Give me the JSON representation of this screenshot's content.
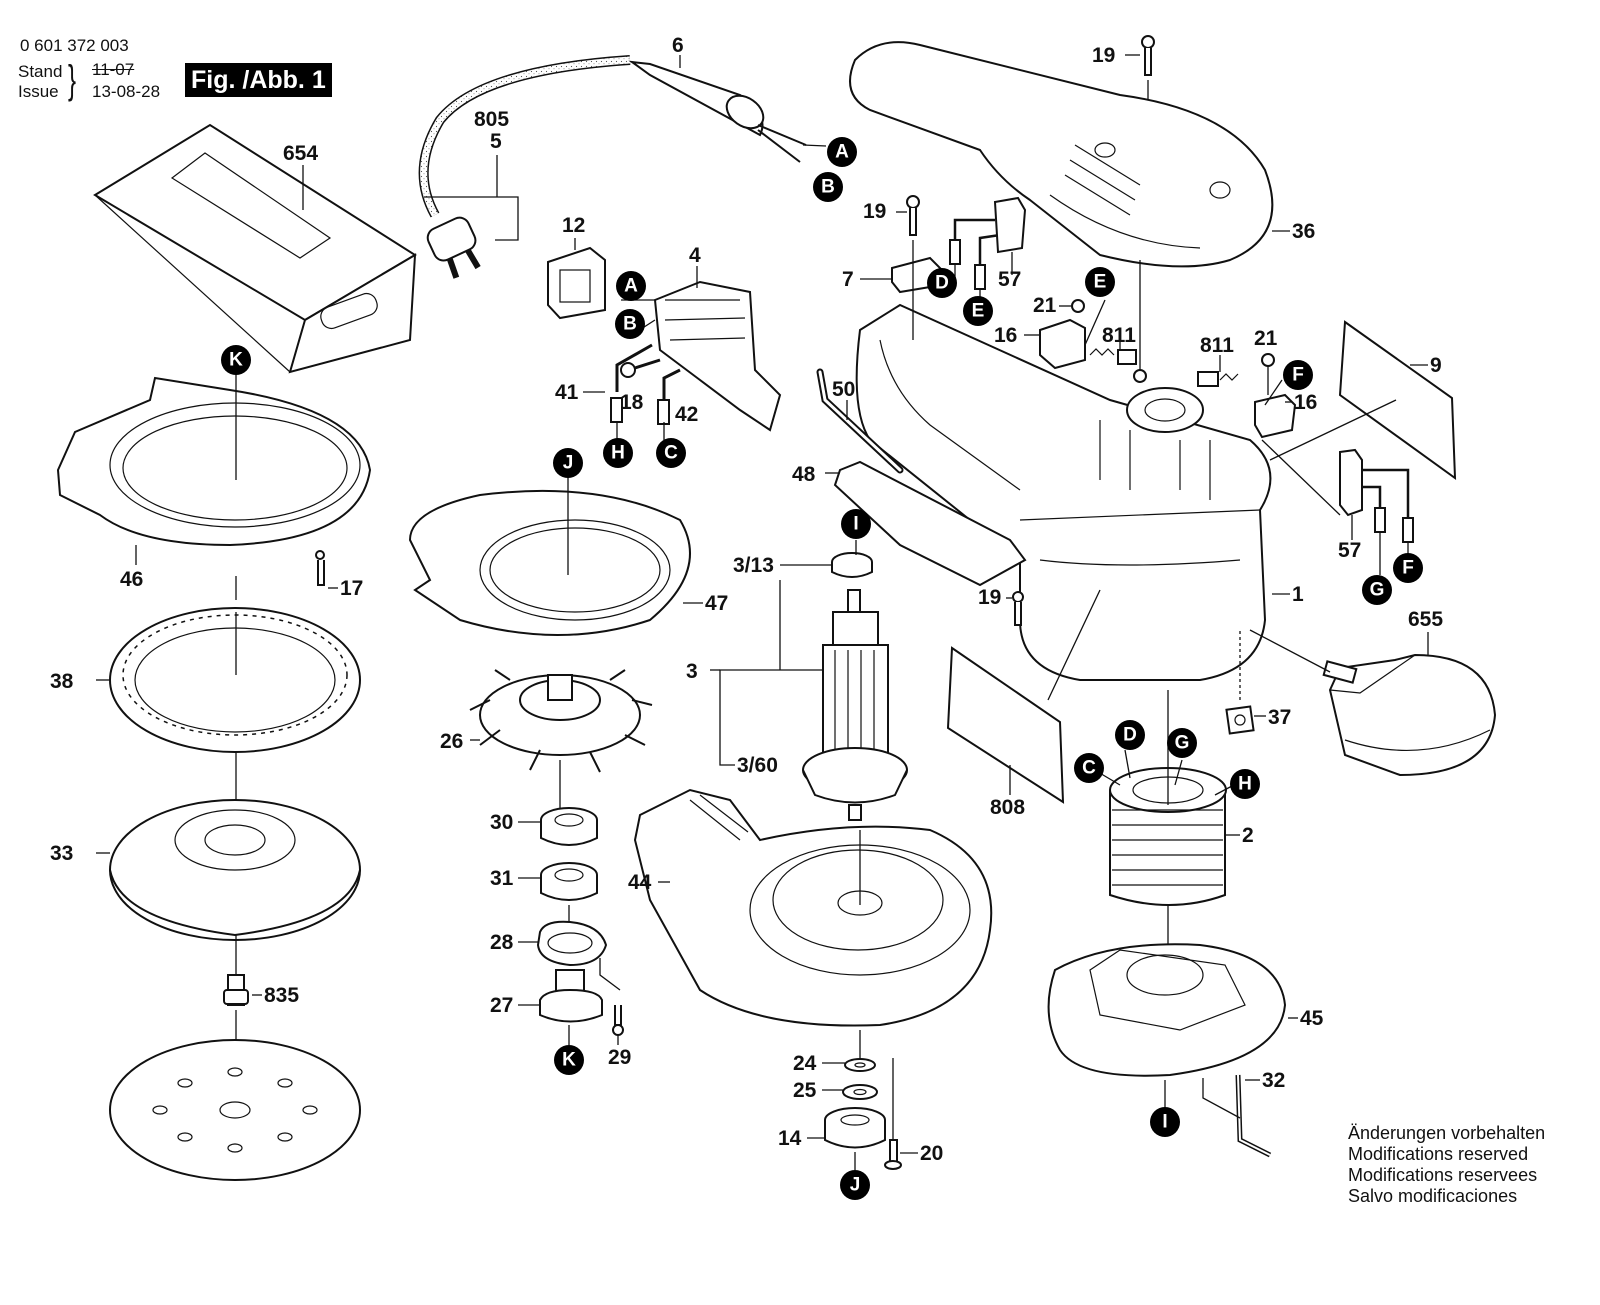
{
  "header": {
    "document_number": "0 601 372 003",
    "stand_label": "Stand",
    "issue_label": "Issue",
    "old_date": "11-07",
    "new_date": "13-08-28",
    "figure_label": "Fig. /Abb. 1"
  },
  "footer": {
    "lines": [
      "Änderungen vorbehalten",
      "Modifications reserved",
      "Modifications reservees",
      "Salvo modificaciones"
    ]
  },
  "parts": [
    {
      "id": "p6",
      "label": "6"
    },
    {
      "id": "p805",
      "label": "805"
    },
    {
      "id": "p5",
      "label": "5"
    },
    {
      "id": "p654",
      "label": "654"
    },
    {
      "id": "p12",
      "label": "12"
    },
    {
      "id": "p4",
      "label": "4"
    },
    {
      "id": "p41",
      "label": "41"
    },
    {
      "id": "p18",
      "label": "18"
    },
    {
      "id": "p42",
      "label": "42"
    },
    {
      "id": "p19a",
      "label": "19"
    },
    {
      "id": "p19b",
      "label": "19"
    },
    {
      "id": "p19c",
      "label": "19"
    },
    {
      "id": "p7",
      "label": "7"
    },
    {
      "id": "p57a",
      "label": "57"
    },
    {
      "id": "p57b",
      "label": "57"
    },
    {
      "id": "p36",
      "label": "36"
    },
    {
      "id": "p21a",
      "label": "21"
    },
    {
      "id": "p21b",
      "label": "21"
    },
    {
      "id": "p16a",
      "label": "16"
    },
    {
      "id": "p16b",
      "label": "16"
    },
    {
      "id": "p811a",
      "label": "811"
    },
    {
      "id": "p811b",
      "label": "811"
    },
    {
      "id": "p9",
      "label": "9"
    },
    {
      "id": "p50",
      "label": "50"
    },
    {
      "id": "p48",
      "label": "48"
    },
    {
      "id": "p1",
      "label": "1"
    },
    {
      "id": "p655",
      "label": "655"
    },
    {
      "id": "p37",
      "label": "37"
    },
    {
      "id": "p808",
      "label": "808"
    },
    {
      "id": "p2",
      "label": "2"
    },
    {
      "id": "p46",
      "label": "46"
    },
    {
      "id": "p17",
      "label": "17"
    },
    {
      "id": "p47",
      "label": "47"
    },
    {
      "id": "p38",
      "label": "38"
    },
    {
      "id": "p3_13",
      "label": "3/13"
    },
    {
      "id": "p3",
      "label": "3"
    },
    {
      "id": "p3_60",
      "label": "3/60"
    },
    {
      "id": "p26",
      "label": "26"
    },
    {
      "id": "p33",
      "label": "33"
    },
    {
      "id": "p30",
      "label": "30"
    },
    {
      "id": "p31",
      "label": "31"
    },
    {
      "id": "p28",
      "label": "28"
    },
    {
      "id": "p27",
      "label": "27"
    },
    {
      "id": "p29",
      "label": "29"
    },
    {
      "id": "p44",
      "label": "44"
    },
    {
      "id": "p835",
      "label": "835"
    },
    {
      "id": "p24",
      "label": "24"
    },
    {
      "id": "p25",
      "label": "25"
    },
    {
      "id": "p14",
      "label": "14"
    },
    {
      "id": "p20",
      "label": "20"
    },
    {
      "id": "p45",
      "label": "45"
    },
    {
      "id": "p32",
      "label": "32"
    }
  ],
  "refs": [
    {
      "id": "rA1",
      "label": "A"
    },
    {
      "id": "rB1",
      "label": "B"
    },
    {
      "id": "rA2",
      "label": "A"
    },
    {
      "id": "rB2",
      "label": "B"
    },
    {
      "id": "rH1",
      "label": "H"
    },
    {
      "id": "rC1",
      "label": "C"
    },
    {
      "id": "rD1",
      "label": "D"
    },
    {
      "id": "rE1",
      "label": "E"
    },
    {
      "id": "rE2",
      "label": "E"
    },
    {
      "id": "rF1",
      "label": "F"
    },
    {
      "id": "rF2",
      "label": "F"
    },
    {
      "id": "rG1",
      "label": "G"
    },
    {
      "id": "rK1",
      "label": "K"
    },
    {
      "id": "rJ1",
      "label": "J"
    },
    {
      "id": "rI1",
      "label": "I"
    },
    {
      "id": "rD2",
      "label": "D"
    },
    {
      "id": "rG2",
      "label": "G"
    },
    {
      "id": "rC2",
      "label": "C"
    },
    {
      "id": "rH2",
      "label": "H"
    },
    {
      "id": "rK2",
      "label": "K"
    },
    {
      "id": "rJ2",
      "label": "J"
    },
    {
      "id": "rI2",
      "label": "I"
    }
  ]
}
